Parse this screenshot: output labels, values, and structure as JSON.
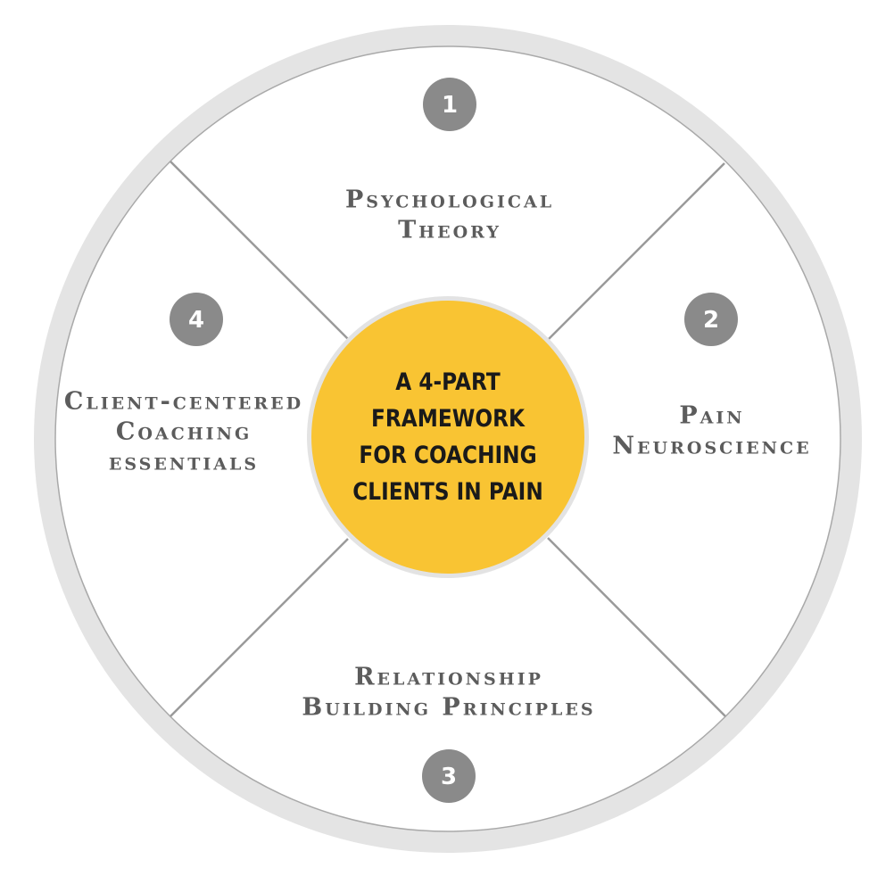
{
  "title": {
    "lines": [
      "A 4-PART",
      "FRAMEWORK",
      "FOR COACHING",
      "CLIENTS IN PAIN"
    ]
  },
  "colors": {
    "center_fill": "#f9c433",
    "center_border": "#e3e3e3",
    "outer_ring": "#e4e4e4",
    "outer_ring_edge": "#a9a9a9",
    "divider": "#9a9a9a",
    "badge_fill": "#8a8a8a",
    "label_text": "#5c5c5c"
  },
  "sections": [
    {
      "number": "1",
      "position": "top",
      "lines": [
        "Psychological",
        "Theory"
      ]
    },
    {
      "number": "2",
      "position": "right",
      "lines": [
        "Pain",
        "Neuroscience"
      ]
    },
    {
      "number": "3",
      "position": "bottom",
      "lines": [
        "Relationship",
        "Building Principles"
      ]
    },
    {
      "number": "4",
      "position": "left",
      "lines": [
        "Client-centered",
        "Coaching",
        "essentials"
      ]
    }
  ]
}
